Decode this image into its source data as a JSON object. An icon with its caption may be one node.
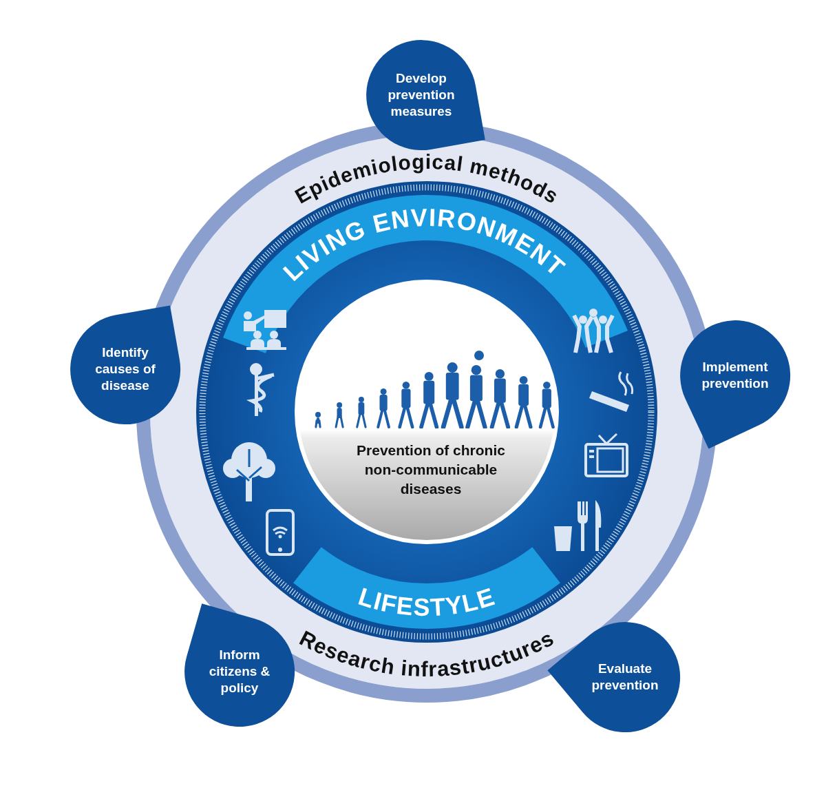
{
  "diagram": {
    "nodes": [
      {
        "text": [
          "Epidemiological methods",
          "Research infrastructures"
        ]
      },
      {
        "text": [
          "LIVING ENVIRONMENT",
          "LIFESTYLE"
        ],
        "in": 0
      },
      {
        "text": [
          "Prevention of chronic non-communicable diseases"
        ],
        "in": 1
      },
      {
        "text": [
          "Develop prevention measures"
        ]
      },
      {
        "text": [
          "Implement prevention"
        ]
      },
      {
        "text": [
          "Evaluate prevention"
        ]
      },
      {
        "text": [
          "Inform citizens & policy"
        ]
      },
      {
        "text": [
          "Identify causes of disease"
        ]
      }
    ]
  }
}
